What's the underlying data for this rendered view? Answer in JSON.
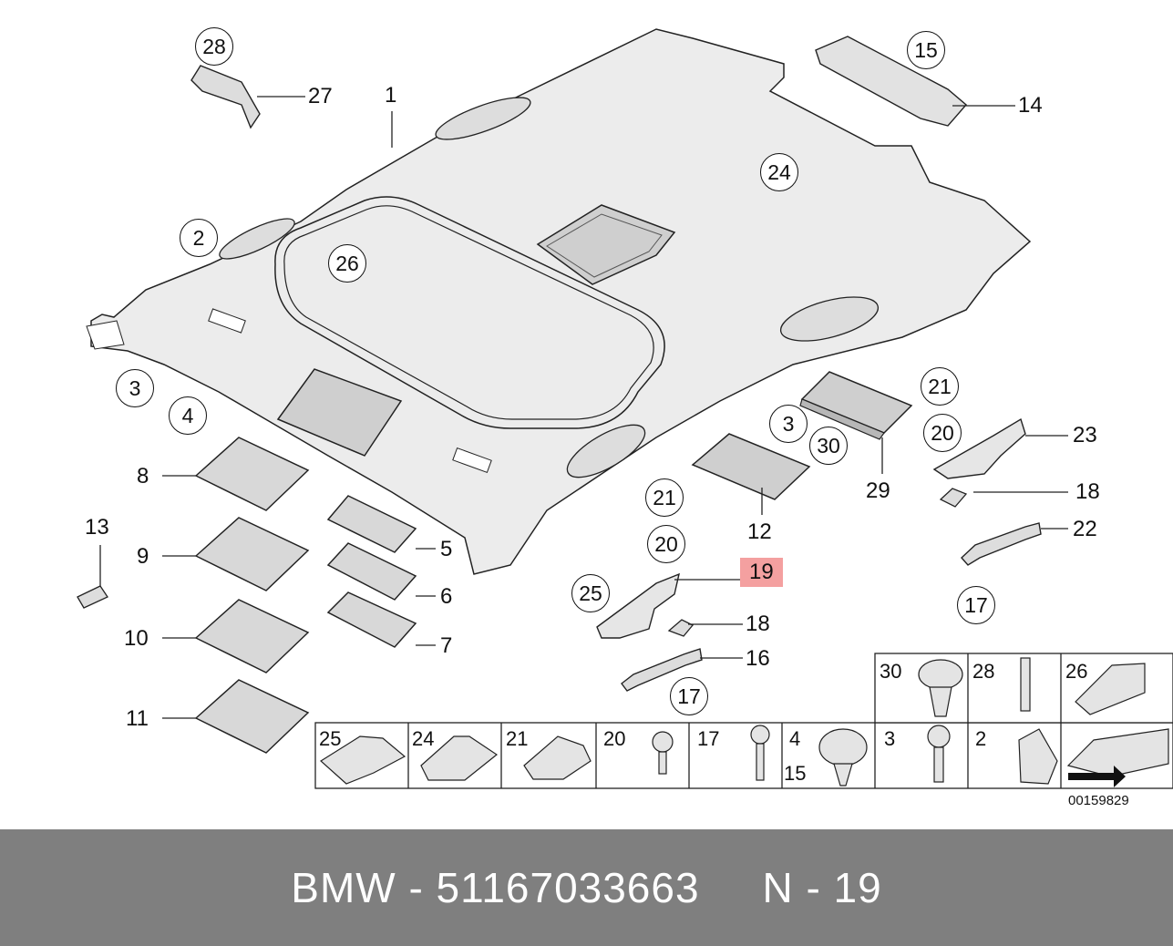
{
  "diagram": {
    "circled": [
      "28",
      "15",
      "24",
      "2",
      "26",
      "3",
      "4",
      "21",
      "20",
      "3",
      "30",
      "21",
      "20",
      "25",
      "17",
      "17"
    ],
    "plain": [
      "27",
      "1",
      "14",
      "23",
      "18",
      "22",
      "8",
      "9",
      "10",
      "11",
      "13",
      "5",
      "6",
      "7",
      "12",
      "29",
      "18",
      "16"
    ],
    "highlight": "19",
    "ref_code": "00159829"
  },
  "parts_table": {
    "top_row": [
      "30",
      "28",
      "26"
    ],
    "bottom_row": [
      "25",
      "24",
      "21",
      "20",
      "17",
      "4",
      "15",
      "3",
      "2"
    ]
  },
  "footer": {
    "text": "BMW - 51167033663     N - 19"
  },
  "colors": {
    "highlight": "#f4a0a0",
    "footer_bg": "#7f7f7f",
    "panel_fill": "#ececec"
  }
}
